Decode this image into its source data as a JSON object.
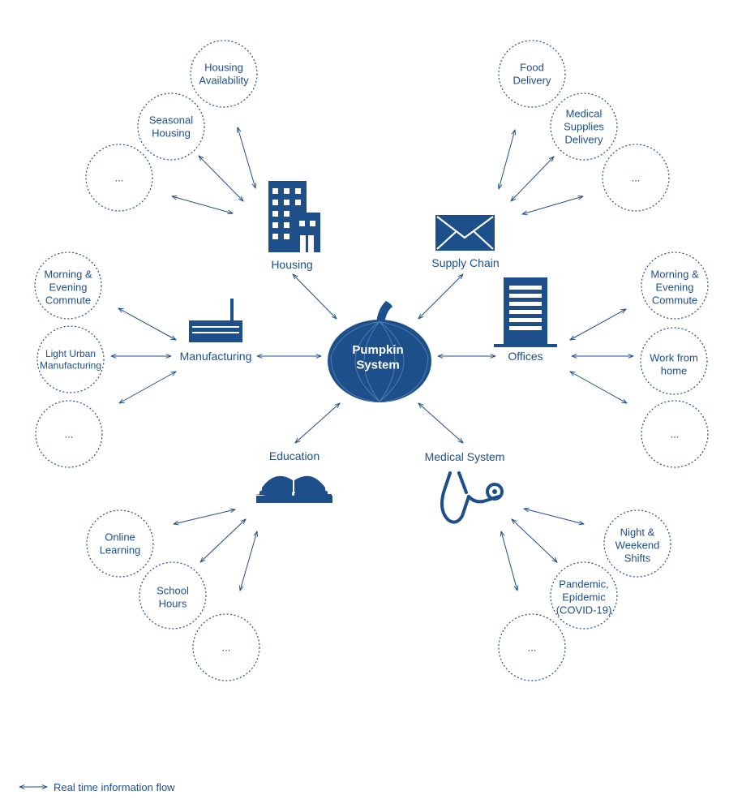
{
  "center": {
    "label": [
      "Pumpkin",
      "System"
    ]
  },
  "hubs": {
    "housing": "Housing",
    "supply_chain": "Supply Chain",
    "manufacturing": "Manufacturing",
    "offices": "Offices",
    "education": "Education",
    "medical": "Medical System"
  },
  "nodes": {
    "housing_availability": [
      "Housing",
      "Availability"
    ],
    "seasonal_housing": [
      "Seasonal",
      "Housing"
    ],
    "housing_more": [
      "..."
    ],
    "food_delivery": [
      "Food",
      "Delivery"
    ],
    "medical_supplies_delivery": [
      "Medical",
      "Supplies",
      "Delivery"
    ],
    "supply_more": [
      "..."
    ],
    "mfg_commute": [
      "Morning &",
      "Evening",
      "Commute"
    ],
    "light_urban_mfg": [
      "Light Urban",
      "Manufacturing"
    ],
    "mfg_more": [
      "..."
    ],
    "office_commute": [
      "Morning &",
      "Evening",
      "Commute"
    ],
    "work_from_home": [
      "Work from",
      "home"
    ],
    "office_more": [
      "..."
    ],
    "online_learning": [
      "Online",
      "Learning"
    ],
    "school_hours": [
      "School",
      "Hours"
    ],
    "edu_more": [
      "..."
    ],
    "night_weekend": [
      "Night &",
      "Weekend",
      "Shifts"
    ],
    "pandemic": [
      "Pandemic,",
      "Epidemic",
      "(COVID-19)"
    ],
    "med_more": [
      "..."
    ]
  },
  "legend": {
    "label": "Real time information flow"
  },
  "colors": {
    "primary": "#1d4f8a",
    "background": "#ffffff"
  },
  "icons": {
    "housing": "building-icon",
    "supply_chain": "envelope-icon",
    "manufacturing": "factory-icon",
    "offices": "office-tower-icon",
    "education": "open-book-icon",
    "medical": "stethoscope-icon",
    "center": "pumpkin-icon"
  }
}
